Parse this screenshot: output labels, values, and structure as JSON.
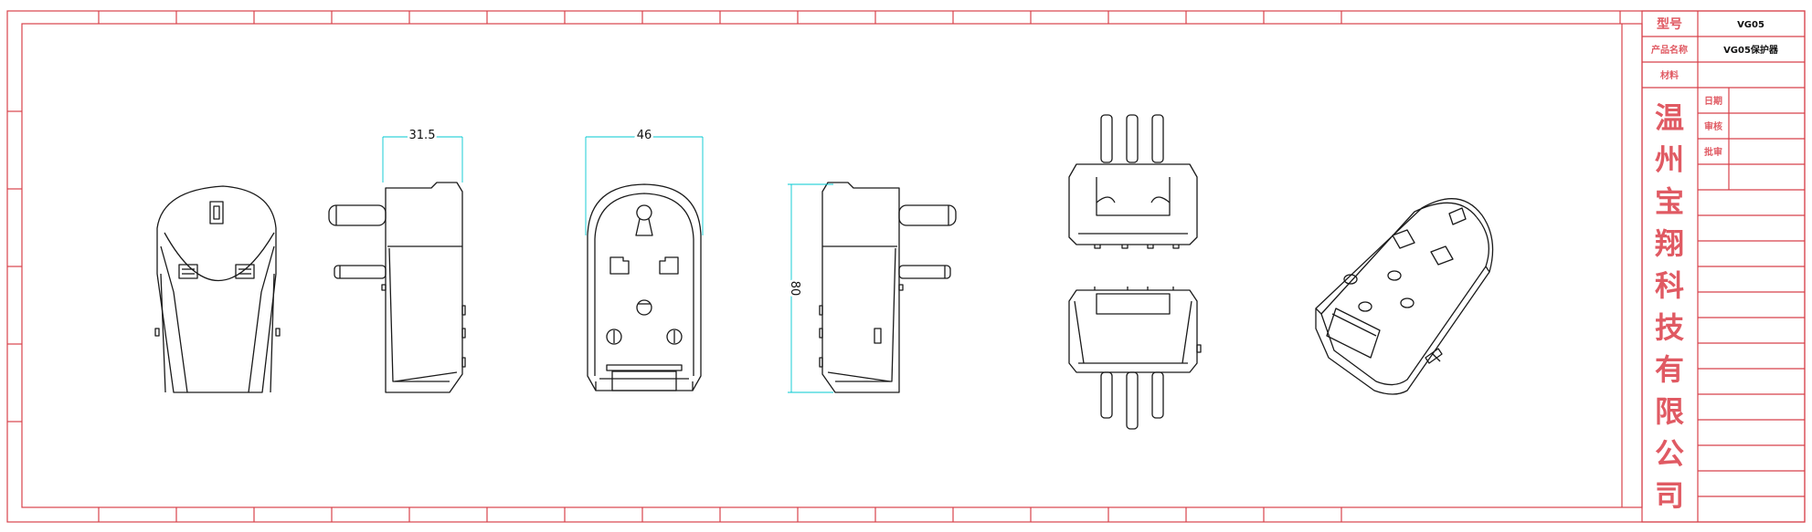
{
  "colors": {
    "frame": "#d8424b",
    "drawing": "#1a1a1a",
    "dimension": "#00c8d2",
    "company_text": "#e05a63"
  },
  "title_block": {
    "model_label": "型号",
    "model_value": "VG05",
    "product_label": "产品名称",
    "product_value": "VG05保护器",
    "material_label": "材料",
    "material_value": "",
    "date_label": "日期",
    "review_label": "审核",
    "approve_label": "批审",
    "company_chars": [
      "温",
      "州",
      "宝",
      "翔",
      "科",
      "技",
      "有",
      "限",
      "公",
      "司"
    ]
  },
  "drawing": {
    "views": [
      "front-view",
      "side-view-left",
      "back-view",
      "side-view-right",
      "top-view",
      "bottom-view",
      "isometric-view"
    ],
    "dimensions": {
      "side_depth": "31.5",
      "back_width": "46",
      "height": "80"
    }
  }
}
